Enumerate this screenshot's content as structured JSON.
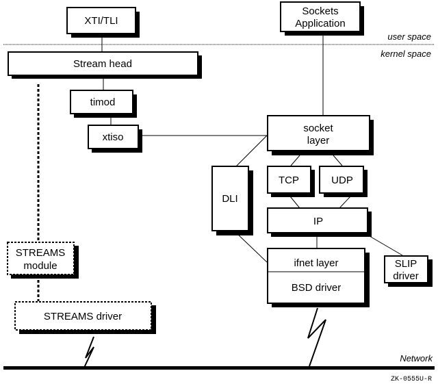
{
  "diagram": {
    "boundaries": {
      "user_space": "user space",
      "kernel_space": "kernel space",
      "network": "Network"
    },
    "figure_id": "ZK-0555U-R",
    "boxes": {
      "xti_tli": "XTI/TLI",
      "sockets_app_line1": "Sockets",
      "sockets_app_line2": "Application",
      "stream_head": "Stream head",
      "timod": "timod",
      "xtiso": "xtiso",
      "socket_layer_line1": "socket",
      "socket_layer_line2": "layer",
      "tcp": "TCP",
      "udp": "UDP",
      "dli": "DLI",
      "ip": "IP",
      "ifnet_layer": "ifnet layer",
      "bsd_driver": "BSD driver",
      "slip_driver_line1": "SLIP",
      "slip_driver_line2": "driver",
      "streams_module_line1": "STREAMS",
      "streams_module_line2": "module",
      "streams_driver": "STREAMS driver"
    }
  }
}
